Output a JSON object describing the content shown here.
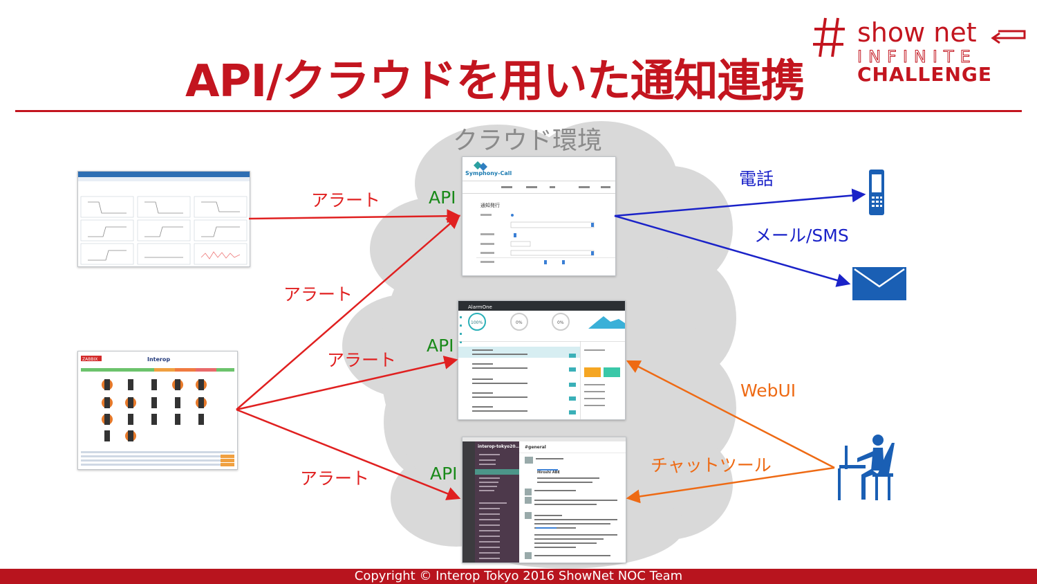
{
  "title": "API/クラウドを用いた通知連携",
  "logo": {
    "line1": "show net",
    "line2": "INFINITE",
    "line3": "CHALLENGE"
  },
  "cloud_label": "クラウド環境",
  "labels": {
    "alert_1": "アラート",
    "alert_2": "アラート",
    "alert_3": "アラート",
    "alert_4": "アラート",
    "api_1": "API",
    "api_2": "API",
    "api_3": "API",
    "phone": "電話",
    "mail_sms": "メール/SMS",
    "webui": "WebUI",
    "chat_tool": "チャットツール"
  },
  "screens": {
    "symphony": {
      "logo": "Symphony-Call",
      "section": "通知発行"
    },
    "alarmone": {
      "name": "AlarmOne",
      "gauge_1": "100%",
      "gauge_2": "0%",
      "gauge_3": "0%"
    },
    "slack": {
      "team": "interop-tokyo20...",
      "channel": "#general",
      "user": "Hiroshi ABE"
    },
    "zabbix": {
      "brand": "ZABBIX",
      "interop": "Interop"
    }
  },
  "colors": {
    "title_red": "#c3151f",
    "arrow_red": "#e02020",
    "arrow_blue": "#1a22c8",
    "arrow_orange": "#ee6a14",
    "device_blue": "#1a5fb4",
    "cloud_gray": "#d9d9d9"
  },
  "footer": "Copyright © Interop Tokyo 2016 ShowNet NOC Team"
}
